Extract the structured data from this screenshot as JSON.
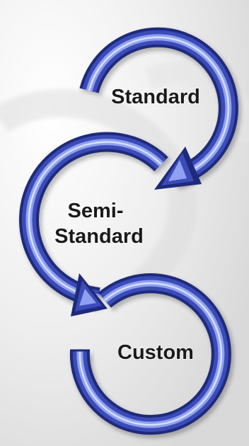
{
  "labels": {
    "standard": "Standard",
    "semi_line1": "Semi-",
    "semi_line2": "Standard",
    "custom": "Custom"
  },
  "colors": {
    "arrow_dark": "#1e2a7a",
    "arrow_mid": "#3b4bb8",
    "arrow_light": "#8fa0f0",
    "arrow_highlight": "#dfe6ff",
    "background": "#f2f2f2"
  }
}
